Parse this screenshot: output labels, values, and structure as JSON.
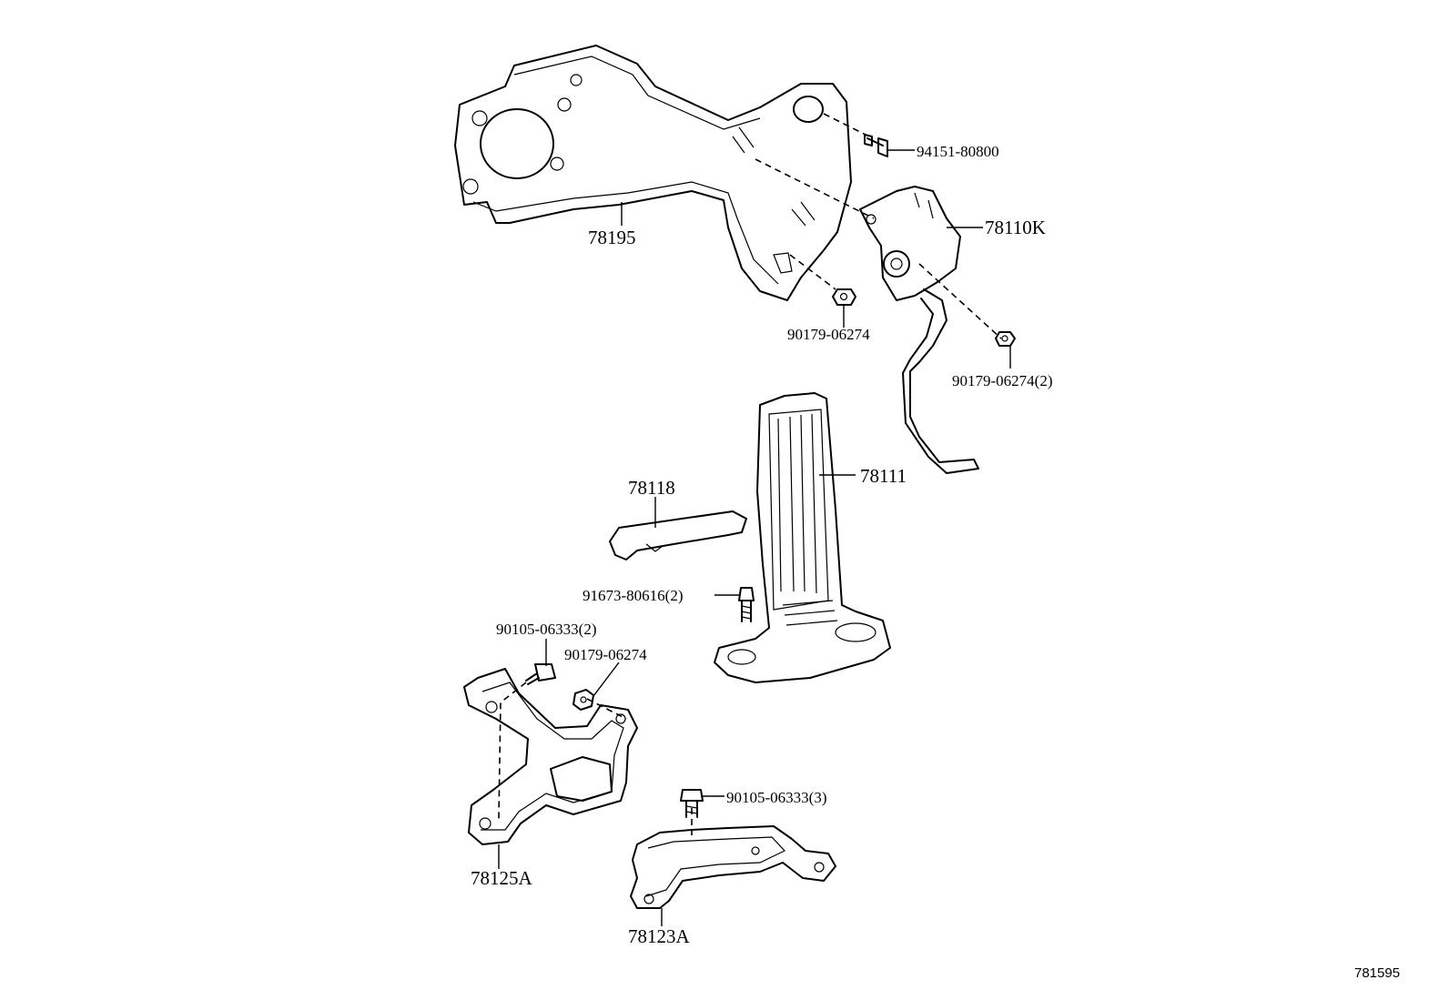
{
  "labels": {
    "p78195": "78195",
    "p94151": "94151-80800",
    "p78110k": "78110K",
    "p90179a": "90179-06274",
    "p90179b": "90179-06274(2)",
    "p78118": "78118",
    "p78111": "78111",
    "p91673": "91673-80616(2)",
    "p90105a": "90105-06333(2)",
    "p90179c": "90179-06274",
    "p90105b": "90105-06333(3)",
    "p78125a": "78125A",
    "p78123a": "78123A"
  },
  "figure_number": "781595"
}
